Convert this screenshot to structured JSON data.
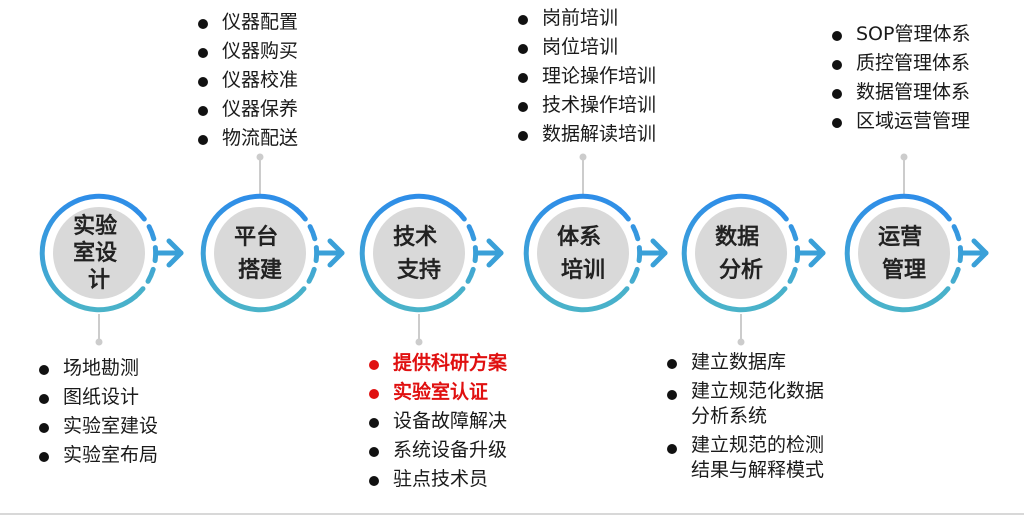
{
  "colors": {
    "stroke_gradient_top": "#2e8de8",
    "stroke_gradient_bottom": "#4ab3c9",
    "node_fill": "#d9d9d9",
    "connector": "#cccccc",
    "highlight": "#e01010"
  },
  "nodes": [
    {
      "id": "design",
      "lines": [
        "实验",
        "室设",
        "计"
      ]
    },
    {
      "id": "platform",
      "lines": [
        "平台",
        "搭建"
      ]
    },
    {
      "id": "support",
      "lines": [
        "技术",
        "支持"
      ]
    },
    {
      "id": "system",
      "lines": [
        "体系",
        "培训"
      ]
    },
    {
      "id": "analysis",
      "lines": [
        "数据",
        "分析"
      ]
    },
    {
      "id": "ops",
      "lines": [
        "运营",
        "管理"
      ]
    }
  ],
  "lists": {
    "platform": [
      "仪器配置",
      "仪器购买",
      "仪器校准",
      "仪器保养",
      "物流配送"
    ],
    "system": [
      "岗前培训",
      "岗位培训",
      "理论操作培训",
      "技术操作培训",
      "数据解读培训"
    ],
    "ops": [
      "SOP管理体系",
      "质控管理体系",
      "数据管理体系",
      "区域运营管理"
    ],
    "design": [
      "场地勘测",
      "图纸设计",
      "实验室建设",
      "实验室布局"
    ],
    "support": [
      "提供科研方案",
      "实验室认证",
      "设备故障解决",
      "系统设备升级",
      "驻点技术员"
    ],
    "analysis": [
      "建立数据库",
      "建立规范化数据分析系统",
      "建立规范的检测结果与解释模式"
    ]
  }
}
